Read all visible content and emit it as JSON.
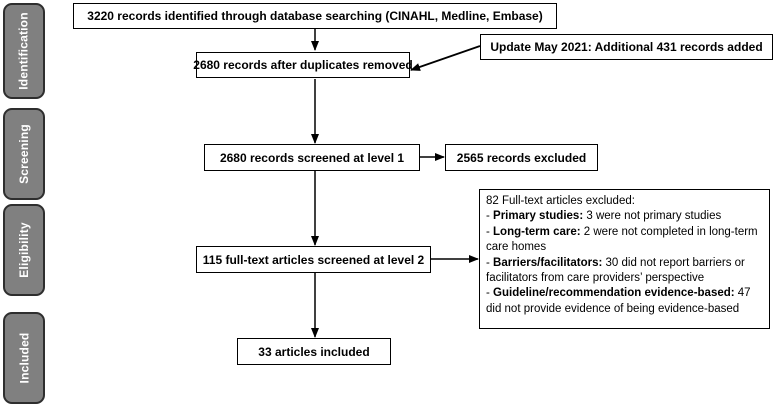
{
  "phases": {
    "identification": "Identification",
    "screening": "Screening",
    "eligibility": "Eligibility",
    "included": "Included"
  },
  "boxes": {
    "identified": "3220 records identified through database searching (CINAHL, Medline, Embase)",
    "update": "Update May 2021: Additional 431 records added",
    "after_duplicates": "2680 records after duplicates removed",
    "screened": "2680 records screened at level 1",
    "excluded_screening": "2565 records excluded",
    "fulltext_screened": "115 full-text articles screened at level 2",
    "included": "33 articles included"
  },
  "exclusions": {
    "title": "82 Full-text articles excluded:",
    "items": [
      {
        "label": "Primary studies:",
        "text": " 3 were not primary studies"
      },
      {
        "label": "Long-term care:",
        "text": " 2 were not completed in long-term care homes"
      },
      {
        "label": "Barriers/facilitators:",
        "text": " 30 did not report barriers or facilitators from care providers’ perspective"
      },
      {
        "label": "Guideline/recommendation evidence-based:",
        "text": " 47 did not provide evidence of being evidence-based"
      }
    ]
  }
}
